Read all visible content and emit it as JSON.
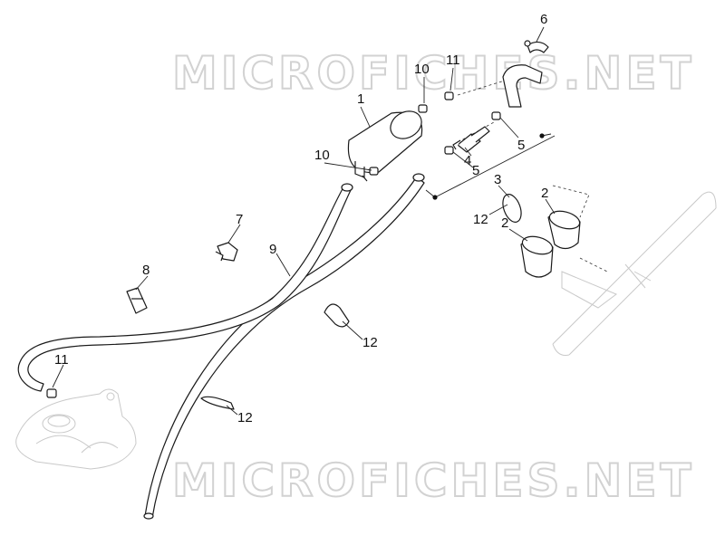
{
  "watermark": "MICROFICHES.NET",
  "callouts": {
    "c1": "1",
    "c2a": "2",
    "c2b": "2",
    "c3": "3",
    "c4": "4",
    "c5a": "5",
    "c5b": "5",
    "c6": "6",
    "c7": "7",
    "c8": "8",
    "c9": "9",
    "c10a": "10",
    "c10b": "10",
    "c11a": "11",
    "c11b": "11",
    "c12a": "12",
    "c12b": "12",
    "c12c": "12"
  },
  "colors": {
    "line": "#1a1a1a",
    "ghost": "#c9c9c9",
    "watermark": "#d2d2d2"
  }
}
